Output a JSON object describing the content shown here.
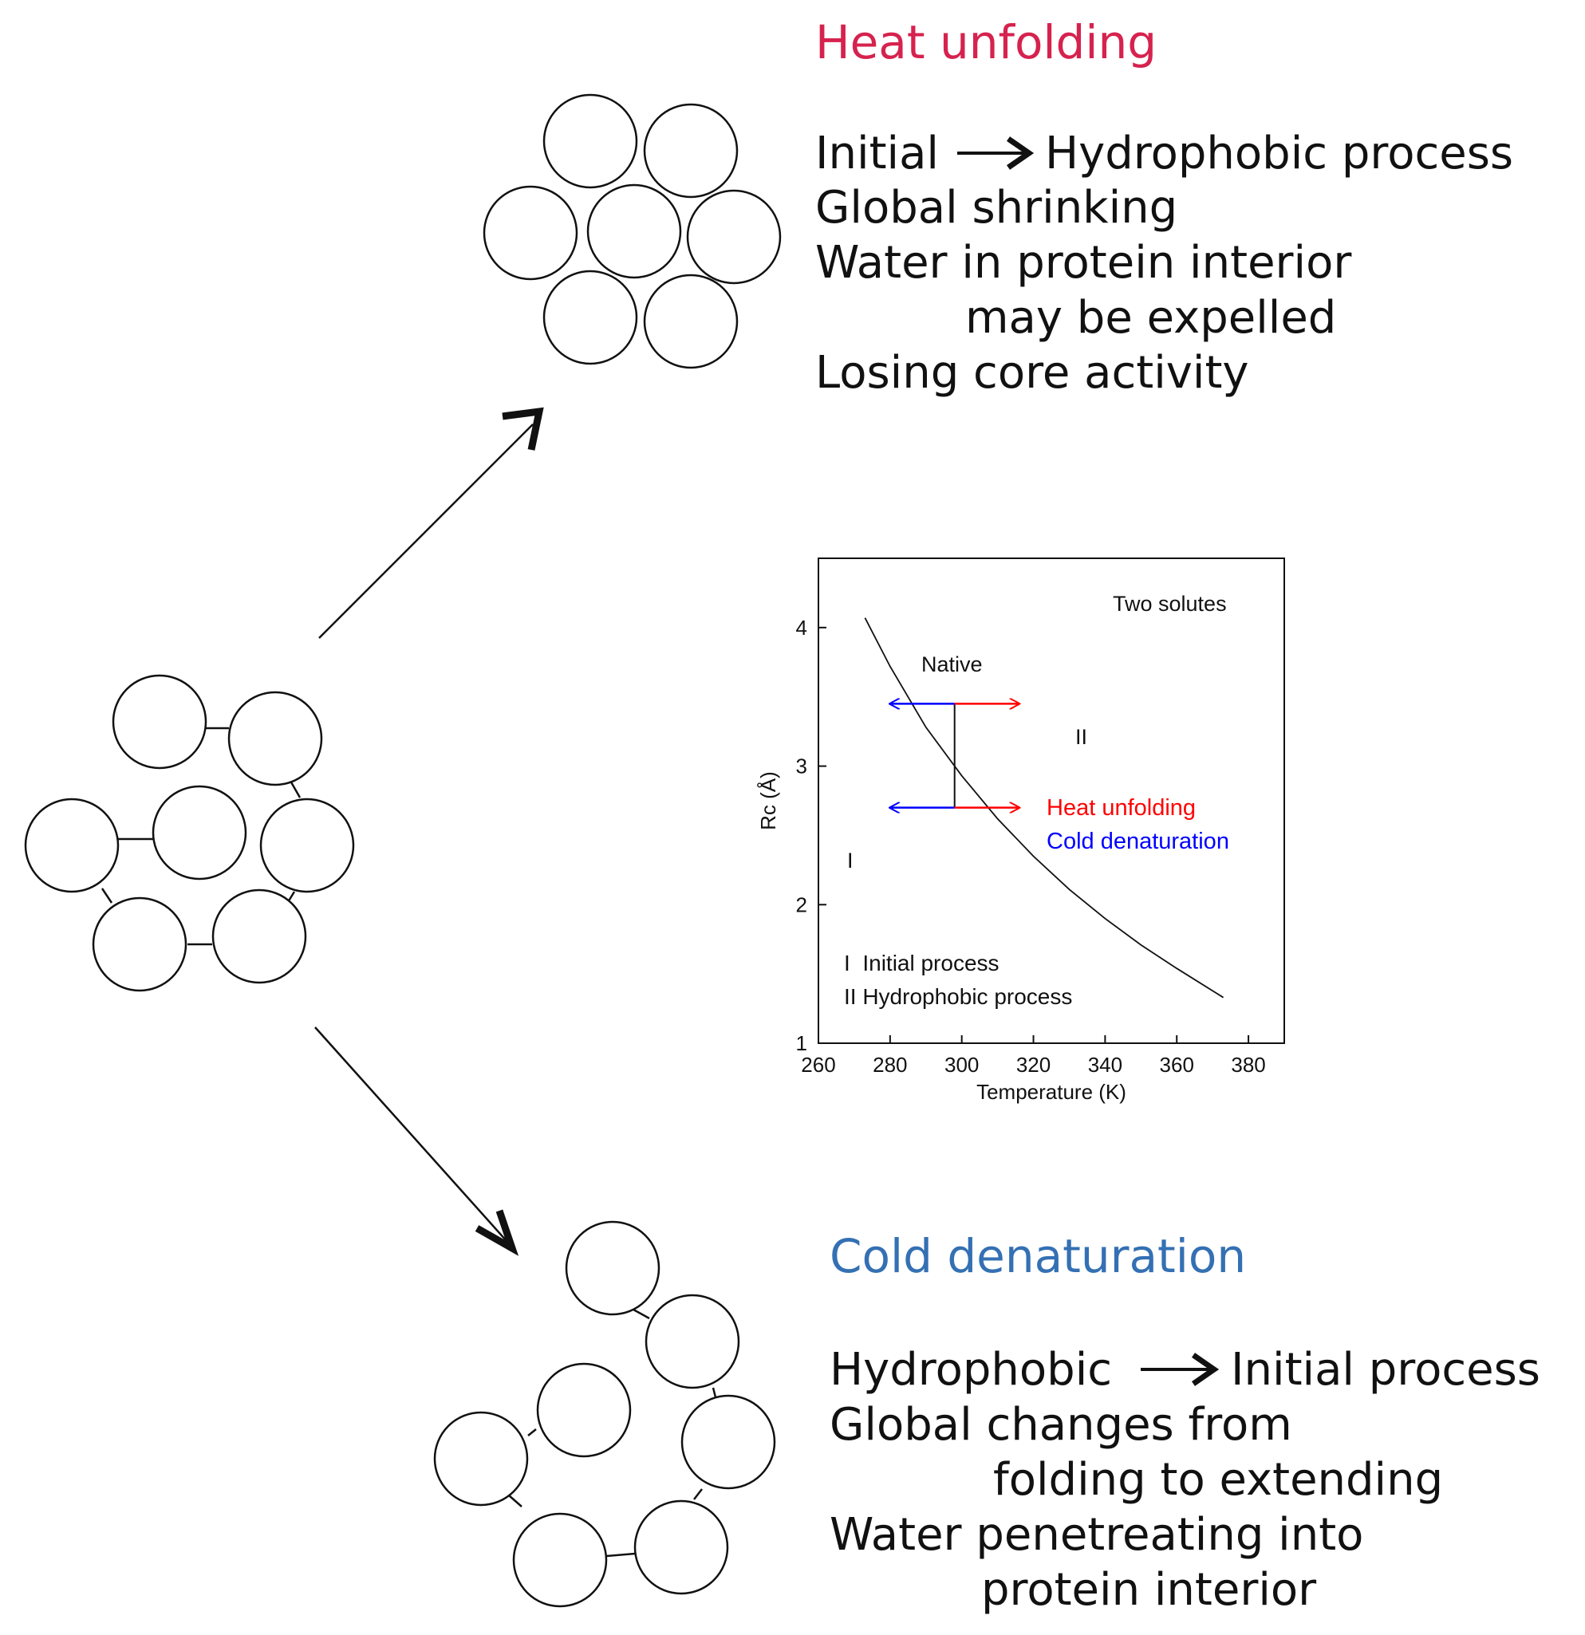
{
  "colors": {
    "heat": "#d6224e",
    "cold": "#3470b3",
    "red": "#ff0000",
    "blue": "#0000ff",
    "ink": "#111111"
  },
  "heat": {
    "title": "Heat unfolding",
    "lines": {
      "initial": "Initial",
      "hydrophobic_process": "Hydrophobic process",
      "global": "Global shrinking",
      "water1": "Water in protein interior",
      "water2": "may be expelled",
      "core": "Losing core activity"
    }
  },
  "cold": {
    "title": "Cold denaturation",
    "lines": {
      "hydrophobic": "Hydrophobic",
      "initial_process": "Initial process",
      "global1": "Global changes from",
      "global2": "folding to extending",
      "water1": "Water penetreating into",
      "water2": "protein interior"
    }
  },
  "chart_data": {
    "type": "line",
    "xlabel": "Temperature (K)",
    "ylabel": "Rc (Å)",
    "xlim": [
      260,
      390
    ],
    "ylim": [
      1,
      4.5
    ],
    "xticks": [
      260,
      280,
      300,
      320,
      340,
      360,
      380
    ],
    "yticks": [
      1,
      2,
      3,
      4
    ],
    "annotation_title": "Two solutes",
    "region_native": "Native",
    "region_I": "I",
    "region_II": "II",
    "legend_heat": "Heat unfolding",
    "legend_cold": "Cold denaturation",
    "key_I": "I  Initial process",
    "key_II": "II Hydrophobic process",
    "series": [
      {
        "x": [
          273,
          280,
          290,
          300,
          310,
          320,
          330,
          340,
          350,
          360,
          373
        ],
        "y": [
          4.07,
          3.72,
          3.28,
          2.93,
          2.62,
          2.35,
          2.11,
          1.9,
          1.71,
          1.54,
          1.33
        ]
      }
    ],
    "marks": {
      "vertical_x": 298,
      "vertical_y": [
        2.7,
        3.45
      ],
      "arrow_upper": {
        "y": 3.45,
        "left_x": 280,
        "right_x": 316
      },
      "arrow_lower": {
        "y": 2.7,
        "left_x": 280,
        "right_x": 316
      }
    }
  }
}
